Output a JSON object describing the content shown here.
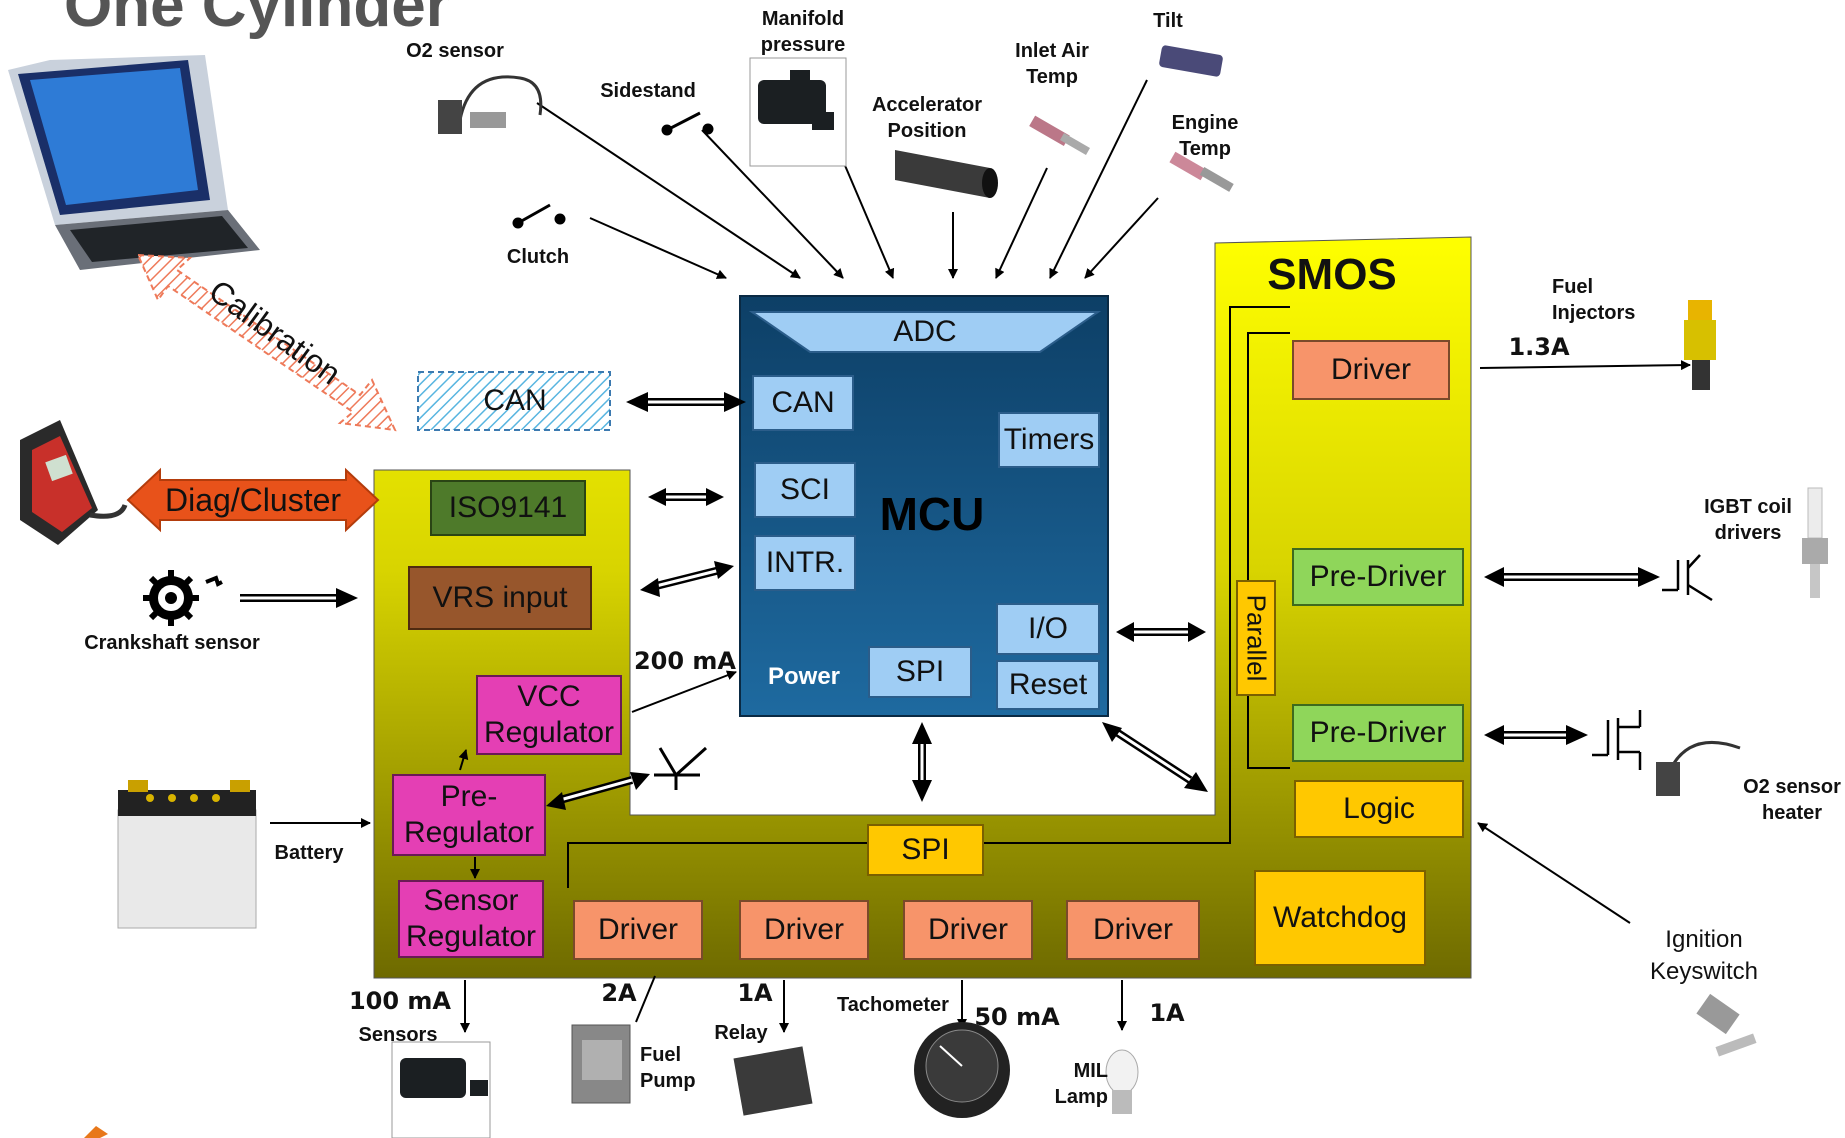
{
  "title": "One Cylinder",
  "main_blocks": {
    "mcu": "MCU",
    "adc": "ADC",
    "can": "CAN",
    "sci": "SCI",
    "intr": "INTR.",
    "timers": "Timers",
    "io": "I/O",
    "reset": "Reset",
    "spi": "SPI",
    "power": "Power",
    "smos": "SMOS",
    "iso9141": "ISO9141",
    "vrs_input": "VRS input",
    "vcc_regulator": "VCC Regulator",
    "pre_regulator": "Pre-Regulator",
    "sensor_regulator": "Sensor Regulator",
    "spi_bus": "SPI",
    "driver_top": "Driver",
    "predriver_1": "Pre-Driver",
    "predriver_2": "Pre-Driver",
    "logic": "Logic",
    "watchdog": "Watchdog",
    "parallel": "Parallel",
    "driver_bottom": [
      "Driver",
      "Driver",
      "Driver",
      "Driver"
    ],
    "can_ext": "CAN",
    "diag_cluster": "Diag/Cluster",
    "calibration": "Calibration"
  },
  "peripherals": {
    "o2_sensor": "O2 sensor",
    "manifold_pressure": "Manifold pressure",
    "sidestand": "Sidestand",
    "accelerator_position": "Accelerator Position",
    "inlet_air_temp": "Inlet Air Temp",
    "tilt": "Tilt",
    "engine_temp": "Engine Temp",
    "clutch": "Clutch",
    "crankshaft_sensor": "Crankshaft sensor",
    "battery": "Battery",
    "fuel_injectors": "Fuel Injectors",
    "igbt_coil_drivers": "IGBT coil drivers",
    "o2_sensor_heater": "O2 sensor heater",
    "ignition_keyswitch": "Ignition Keyswitch",
    "sensors": "Sensors",
    "fuel_pump": "Fuel Pump",
    "relay": "Relay",
    "tachometer": "Tachometer",
    "mil_lamp": "MIL Lamp"
  },
  "currents": {
    "injector": "1.3A",
    "power": "200 mA",
    "sensors": "100 mA",
    "fuel_pump": "2A",
    "relay": "1A",
    "tachometer": "50 mA",
    "mil": "1A"
  },
  "colors": {
    "mcu_dark": "#0d3f66",
    "mcu_light": "#1e6aa0",
    "smos_top": "#ffff00",
    "smos_bottom": "#6e6a00",
    "driver": "#f7946a",
    "pre_driver": "#8fd65a",
    "orange": "#ffc800",
    "magenta": "#e43fb4",
    "iso": "#4e7a2a",
    "vrs": "#97562c",
    "diag": "#e8521a"
  }
}
